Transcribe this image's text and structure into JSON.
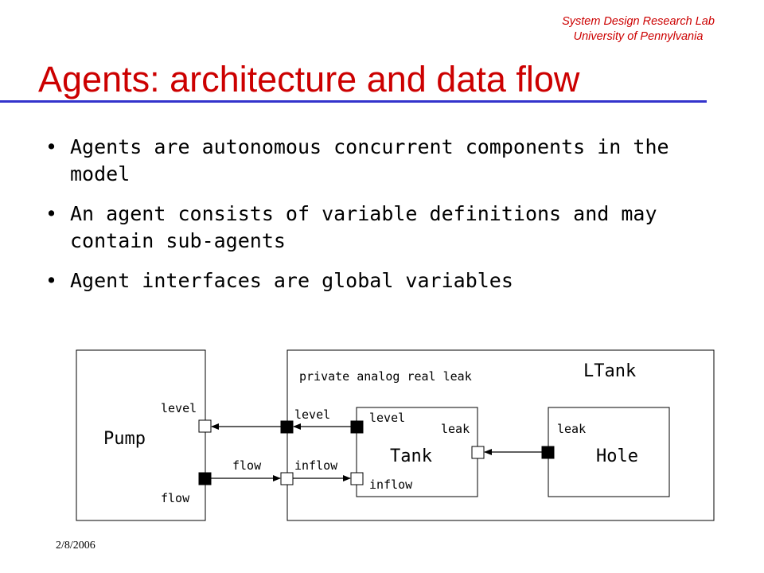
{
  "header": {
    "lab_line1": "System Design Research Lab",
    "lab_line2": "University of Pennylvania",
    "title": "Agents: architecture and data flow"
  },
  "bullets": [
    "Agents are autonomous concurrent components in the model",
    "An agent consists of variable definitions and may contain sub-agents",
    "Agent interfaces are global variables"
  ],
  "diagram": {
    "pump": {
      "name": "Pump",
      "level": "level",
      "flow": "flow"
    },
    "ltank": {
      "name": "LTank",
      "private_decl": "private analog real leak",
      "level": "level",
      "inflow": "inflow"
    },
    "flow_wire_label": "flow",
    "tank": {
      "name": "Tank",
      "level": "level",
      "inflow": "inflow",
      "leak": "leak"
    },
    "hole": {
      "name": "Hole",
      "leak": "leak"
    }
  },
  "footer": {
    "date": "2/8/2006"
  },
  "colors": {
    "accent_red": "#cc0000",
    "rule_blue": "#3333cc"
  }
}
